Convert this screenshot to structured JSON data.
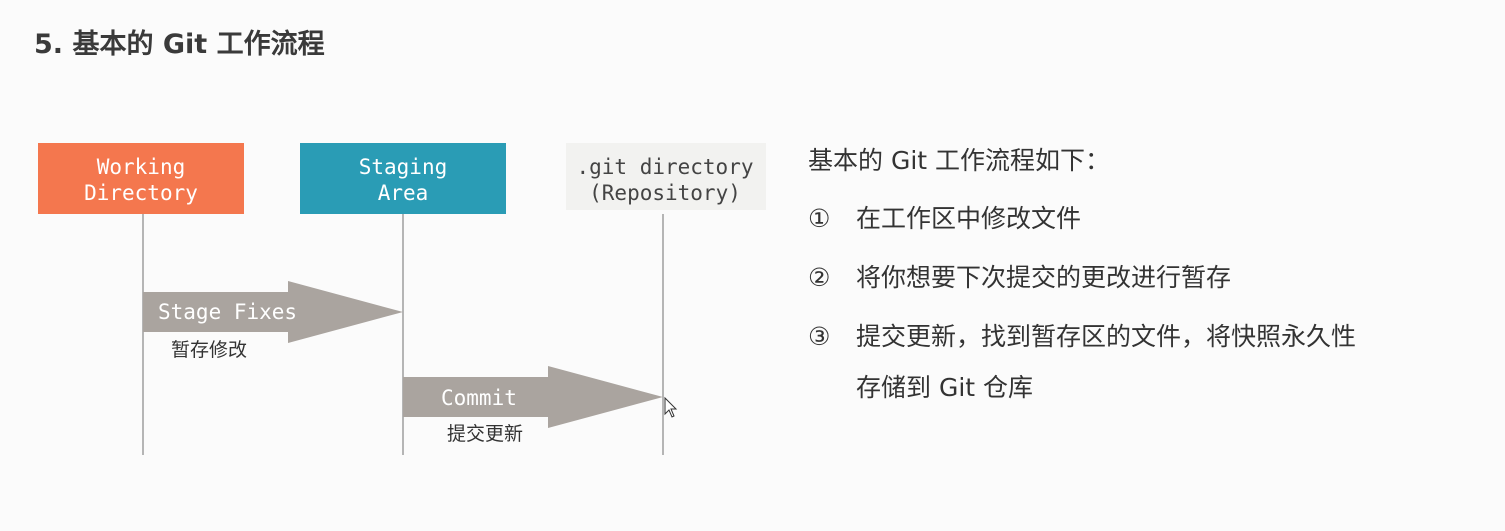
{
  "title": "5. 基本的 Git 工作流程",
  "diagram": {
    "working_directory": {
      "line1": "Working",
      "line2": "Directory",
      "color": "#f4774e"
    },
    "staging_area": {
      "line1": "Staging",
      "line2": "Area",
      "color": "#2a9cb5"
    },
    "git_directory": {
      "line1": ".git directory",
      "line2": "(Repository)"
    },
    "stage_arrow": {
      "label": "Stage Fixes",
      "sub": "暂存修改"
    },
    "commit_arrow": {
      "label": "Commit",
      "sub": "提交更新"
    },
    "arrow_color": "#aaa49f"
  },
  "description": {
    "intro": "基本的 Git 工作流程如下：",
    "steps": [
      {
        "num": "①",
        "text": "在工作区中修改文件"
      },
      {
        "num": "②",
        "text": "将你想要下次提交的更改进行暂存"
      },
      {
        "num": "③",
        "text": "提交更新，找到暂存区的文件，将快照永久性",
        "cont": "存储到 Git 仓库"
      }
    ]
  }
}
